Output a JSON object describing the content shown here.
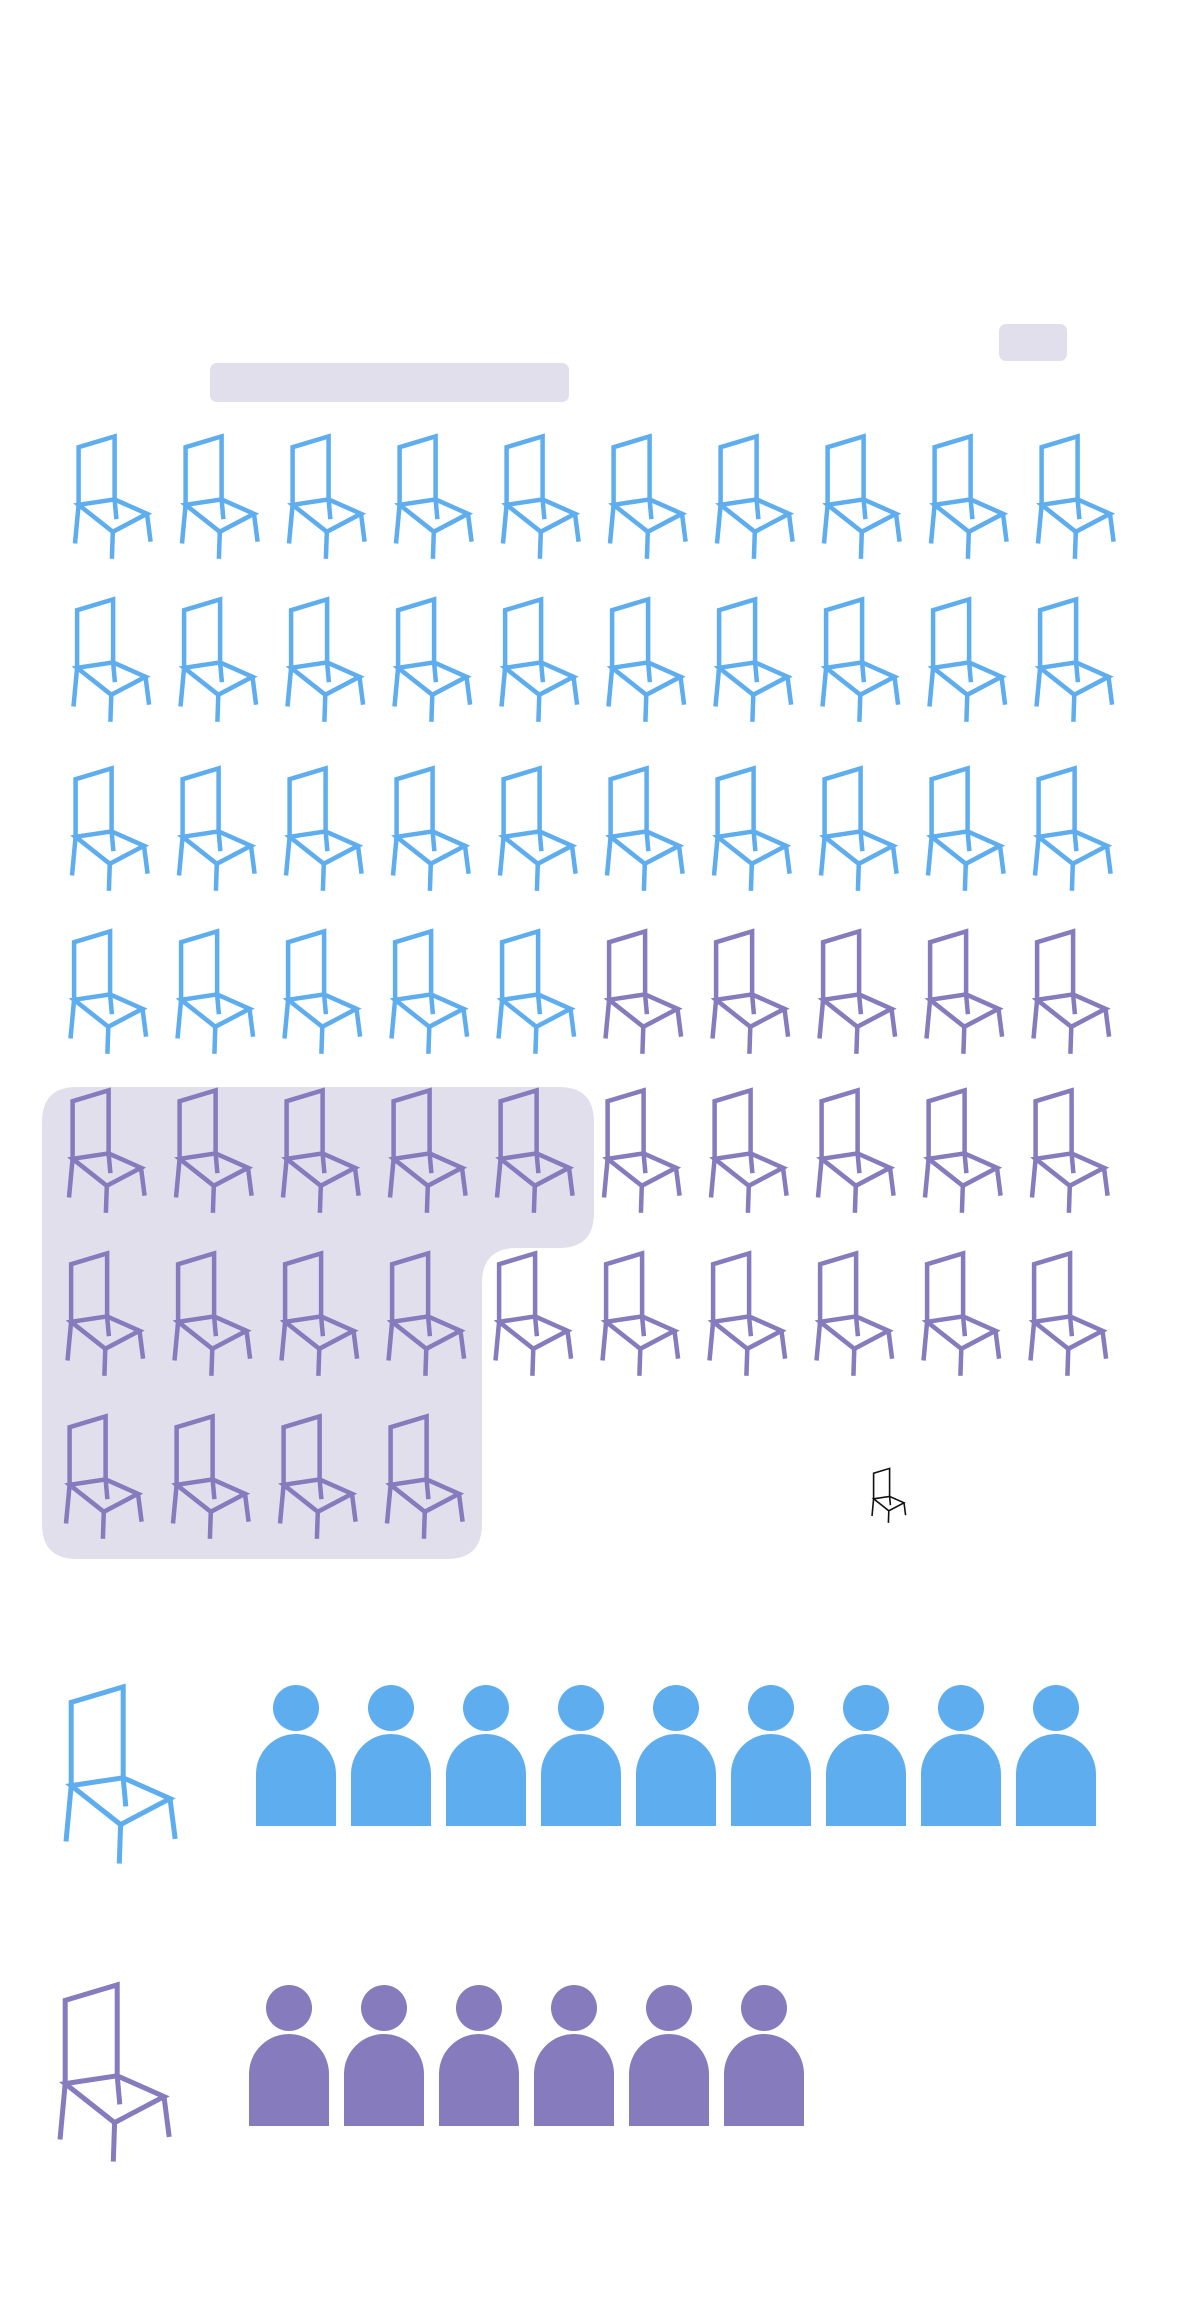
{
  "colors": {
    "primary": "#5eadee",
    "secondary": "#857bbd",
    "highlight": "#e2dfed",
    "small_icon": "#111111",
    "placeholder": "#e2dfed"
  },
  "icons": {
    "chair": "chair-icon",
    "person": "person-icon"
  },
  "grid": {
    "columns": 10,
    "rows": 7,
    "total_chairs": 64,
    "primary_count": 35,
    "secondary_count": 29,
    "highlighted_count": 13,
    "highlighted_rows": [
      5,
      4,
      4
    ]
  },
  "legend": [
    {
      "series": "primary",
      "people_count": 9
    },
    {
      "series": "secondary",
      "people_count": 6
    }
  ]
}
